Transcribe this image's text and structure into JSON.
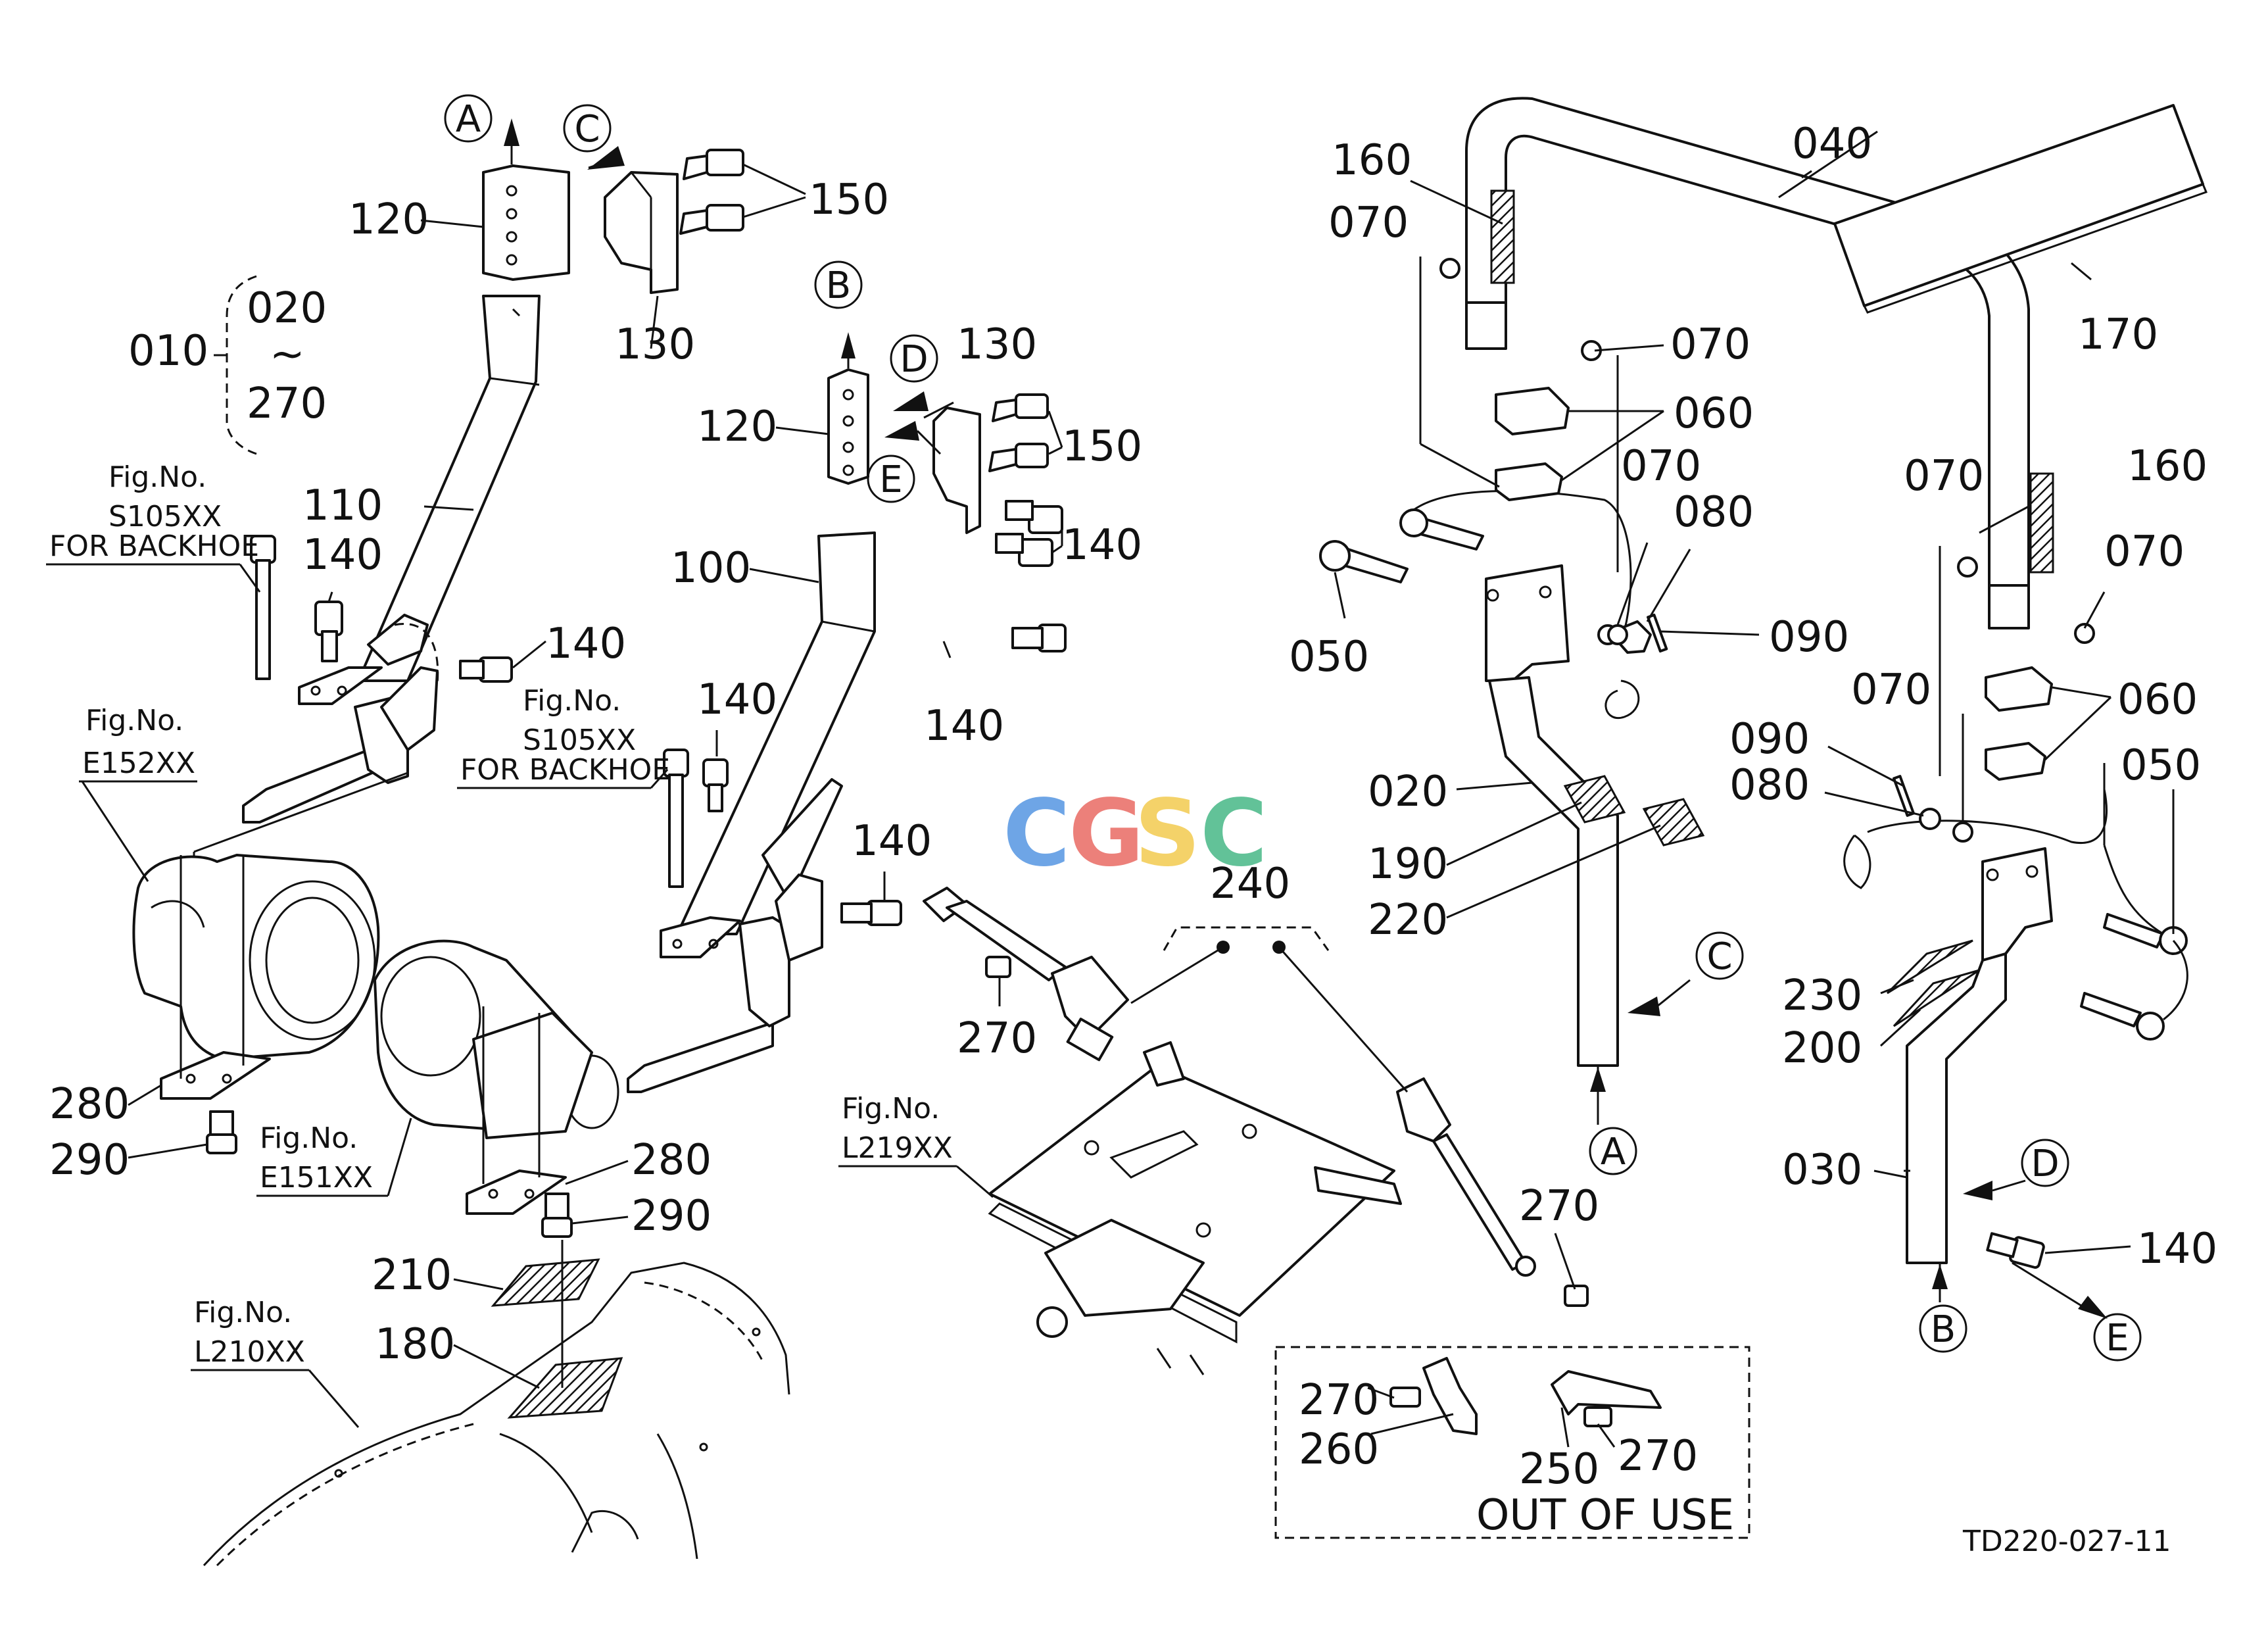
{
  "labels": {
    "p010": "010",
    "p020a": "020",
    "p270a": "270",
    "tilde": "~",
    "p120a": "120",
    "p150a": "150",
    "p130a": "130",
    "p110": "110",
    "p140a": "140",
    "p140b": "140",
    "p120b": "120",
    "p130b": "130",
    "p150b": "150",
    "p140c": "140",
    "p100": "100",
    "p140d": "140",
    "p140e": "140",
    "p140f": "140",
    "p280a": "280",
    "p290a": "290",
    "p280b": "280",
    "p290b": "290",
    "p210": "210",
    "p180": "180",
    "p240": "240",
    "p270b": "270",
    "p270c": "270",
    "p270d": "270",
    "p260": "260",
    "p250": "250",
    "p270e": "270",
    "p160a": "160",
    "p070a": "070",
    "p040": "040",
    "p070b": "070",
    "p060a": "060",
    "p070c": "070",
    "p080a": "080",
    "p090a": "090",
    "p050a": "050",
    "p020b": "020",
    "p190": "190",
    "p220": "220",
    "p170": "170",
    "p070d": "070",
    "p160b": "160",
    "p070e": "070",
    "p070f": "070",
    "p060b": "060",
    "p090b": "090",
    "p080b": "080",
    "p050b": "050",
    "p230": "230",
    "p200": "200",
    "p030": "030",
    "p140g": "140",
    "out_of_use": "OUT OF USE",
    "drawing_code": "TD220-027-11"
  },
  "figure_refs": [
    {
      "line1": "Fig.No.",
      "line2": "S105XX",
      "line3": "FOR BACKHOE"
    },
    {
      "line1": "Fig.No.",
      "line2": "E152XX"
    },
    {
      "line1": "Fig.No.",
      "line2": "S105XX",
      "line3": "FOR BACKHOE"
    },
    {
      "line1": "Fig.No.",
      "line2": "E151XX"
    },
    {
      "line1": "Fig.No.",
      "line2": "L210XX"
    },
    {
      "line1": "Fig.No.",
      "line2": "L219XX"
    }
  ],
  "markers": {
    "A1": "A",
    "C1": "C",
    "B1": "B",
    "D1": "D",
    "E1": "E",
    "C2": "C",
    "A2": "A",
    "D2": "D",
    "B2": "B",
    "E2": "E"
  },
  "watermark": {
    "text": "CGSC",
    "colors": [
      "#4a8fe0",
      "#e8615a",
      "#f2c744",
      "#3bb37f"
    ]
  }
}
